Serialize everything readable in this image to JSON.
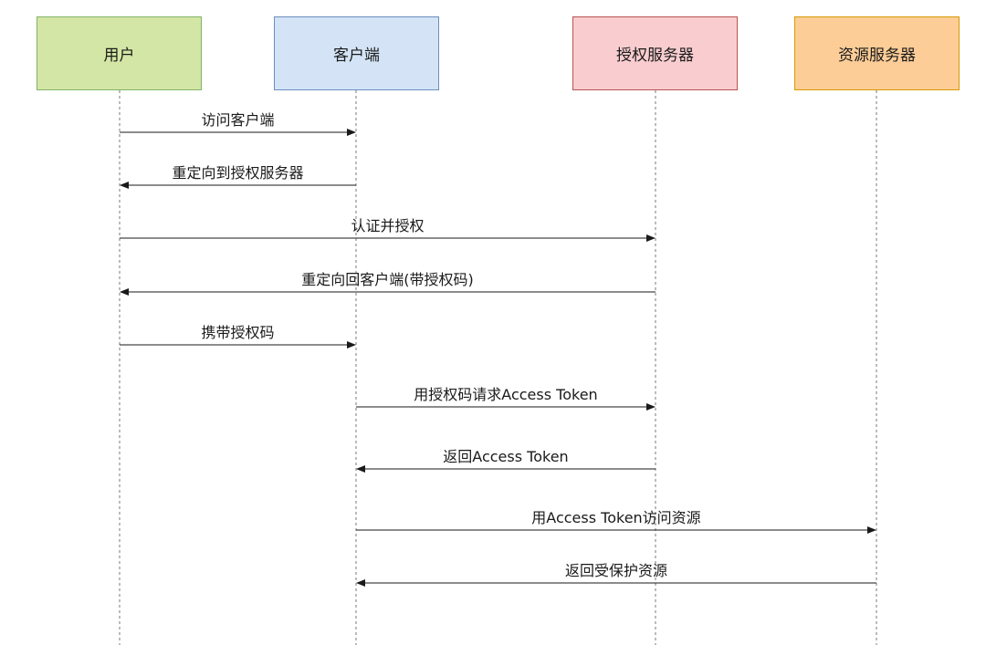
{
  "participants": [
    {
      "id": "user",
      "label": "用户",
      "fill": "#d4e6a5",
      "stroke": "#82b366"
    },
    {
      "id": "client",
      "label": "客户端",
      "fill": "#d4e4f6",
      "stroke": "#6c8ebf"
    },
    {
      "id": "auth",
      "label": "授权服务器",
      "fill": "#f9cdd0",
      "stroke": "#b85450"
    },
    {
      "id": "resource",
      "label": "资源服务器",
      "fill": "#fccd97",
      "stroke": "#d79b00"
    }
  ],
  "messages": [
    {
      "from": "user",
      "to": "client",
      "label": "访问客户端"
    },
    {
      "from": "client",
      "to": "user",
      "label": "重定向到授权服务器"
    },
    {
      "from": "user",
      "to": "auth",
      "label": "认证并授权"
    },
    {
      "from": "auth",
      "to": "user",
      "label": "重定向回客户端(带授权码)"
    },
    {
      "from": "user",
      "to": "client",
      "label": "携带授权码"
    },
    {
      "from": "client",
      "to": "auth",
      "label": "用授权码请求Access Token"
    },
    {
      "from": "auth",
      "to": "client",
      "label": "返回Access Token"
    },
    {
      "from": "client",
      "to": "resource",
      "label": "用Access Token访问资源"
    },
    {
      "from": "resource",
      "to": "client",
      "label": "返回受保护资源"
    }
  ]
}
